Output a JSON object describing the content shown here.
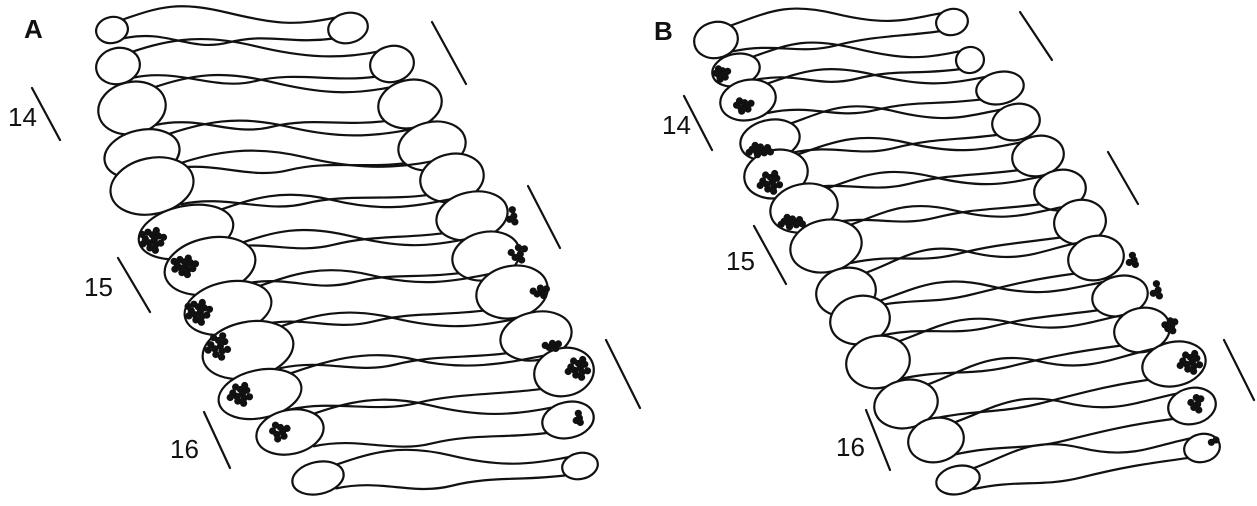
{
  "panels": [
    {
      "letter": "A",
      "segment_labels": [
        "14",
        "15",
        "16"
      ]
    },
    {
      "letter": "B",
      "segment_labels": [
        "14",
        "15",
        "16"
      ]
    }
  ],
  "colors": {
    "ink": "#111111",
    "background": "#ffffff"
  }
}
